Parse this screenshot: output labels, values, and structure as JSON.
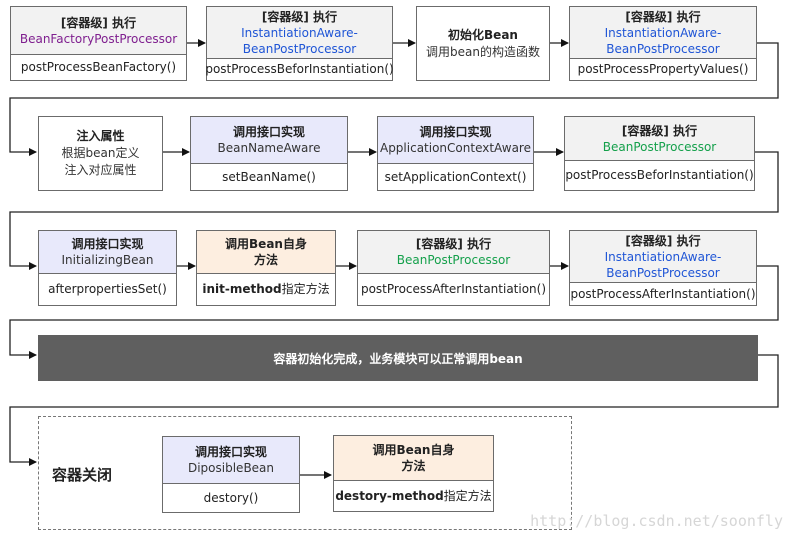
{
  "row1": [
    {
      "title": "[容器级] 执行",
      "subtitle": [
        "BeanFactoryPostProcessor"
      ],
      "method": "postProcessBeanFactory()"
    },
    {
      "title": "[容器级] 执行",
      "subtitle": [
        "InstantiationAware-",
        "BeanPostProcessor"
      ],
      "method": "postProcessBeforInstantiation()"
    },
    {
      "title": "初始化Bean",
      "desc": "调用bean的构造函数"
    },
    {
      "title": "[容器级] 执行",
      "subtitle": [
        "InstantiationAware-",
        "BeanPostProcessor"
      ],
      "method": "postProcessPropertyValues()"
    }
  ],
  "row2": [
    {
      "title": "注入属性",
      "desc": [
        "根据bean定义",
        "注入对应属性"
      ]
    },
    {
      "title": "调用接口实现",
      "subtitle": [
        "BeanNameAware"
      ],
      "method": "setBeanName()"
    },
    {
      "title": "调用接口实现",
      "subtitle": [
        "ApplicationContextAware"
      ],
      "method": "setApplicationContext()"
    },
    {
      "title": "[容器级] 执行",
      "subtitle": [
        "BeanPostProcessor"
      ],
      "method": "postProcessBeforInstantiation()"
    }
  ],
  "row3": [
    {
      "title": "调用接口实现",
      "subtitle": [
        "InitializingBean"
      ],
      "method": "afterpropertiesSet()"
    },
    {
      "title": "调用Bean自身",
      "title2": "方法",
      "method_bold": "init-method",
      "method_rest": "指定方法"
    },
    {
      "title": "[容器级] 执行",
      "subtitle": [
        "BeanPostProcessor"
      ],
      "method": "postProcessAfterInstantiation()"
    },
    {
      "title": "[容器级] 执行",
      "subtitle": [
        "InstantiationAware-",
        "BeanPostProcessor"
      ],
      "method": "postProcessAfterInstantiation()"
    }
  ],
  "banner": "容器初始化完成，业务模块可以正常调用bean",
  "close": {
    "label": "容器关闭",
    "box1": {
      "title": "调用接口实现",
      "subtitle": [
        "DiposibleBean"
      ],
      "method": "destory()"
    },
    "box2": {
      "title": "调用Bean自身",
      "title2": "方法",
      "method_bold": "destory-method",
      "method_rest": "指定方法"
    }
  },
  "watermark": "http://blog.csdn.net/soonfly",
  "colors": {
    "purple": "#7f1f8f",
    "blue": "#1f55d6",
    "green": "#14a04b",
    "banner": "#5f5f5f",
    "gray_header": "#f2f2f2",
    "blue_header": "#e8e9fb",
    "orange_header": "#fdeee0"
  }
}
